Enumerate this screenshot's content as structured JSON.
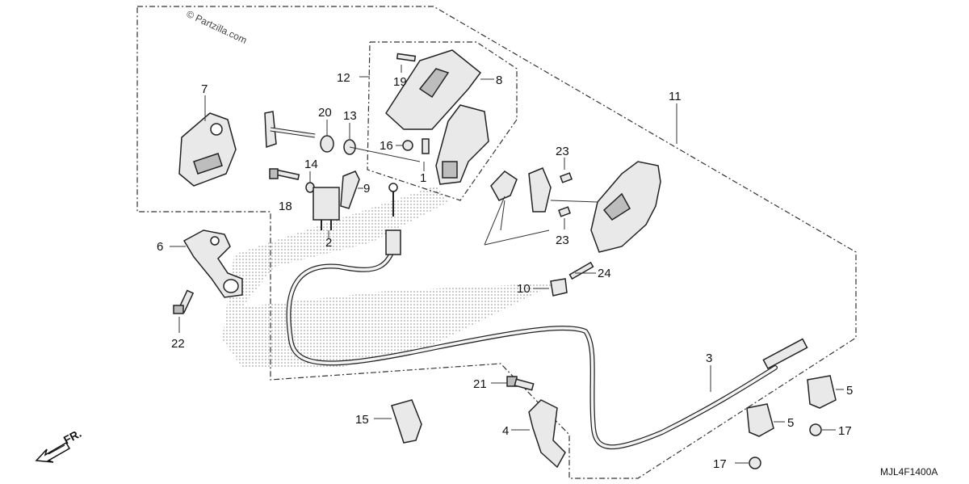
{
  "watermark": "© Partzilla.com",
  "diagram_code": "MJL4F1400A",
  "front_indicator": "FR.",
  "callouts": [
    {
      "id": "c1",
      "label": "1"
    },
    {
      "id": "c2",
      "label": "2"
    },
    {
      "id": "c3",
      "label": "3"
    },
    {
      "id": "c4",
      "label": "4"
    },
    {
      "id": "c5a",
      "label": "5"
    },
    {
      "id": "c5b",
      "label": "5"
    },
    {
      "id": "c6",
      "label": "6"
    },
    {
      "id": "c7",
      "label": "7"
    },
    {
      "id": "c8",
      "label": "8"
    },
    {
      "id": "c9",
      "label": "9"
    },
    {
      "id": "c10",
      "label": "10"
    },
    {
      "id": "c11",
      "label": "11"
    },
    {
      "id": "c12",
      "label": "12"
    },
    {
      "id": "c13",
      "label": "13"
    },
    {
      "id": "c14",
      "label": "14"
    },
    {
      "id": "c15",
      "label": "15"
    },
    {
      "id": "c16",
      "label": "16"
    },
    {
      "id": "c17a",
      "label": "17"
    },
    {
      "id": "c17b",
      "label": "17"
    },
    {
      "id": "c18",
      "label": "18"
    },
    {
      "id": "c19",
      "label": "19"
    },
    {
      "id": "c20",
      "label": "20"
    },
    {
      "id": "c21",
      "label": "21"
    },
    {
      "id": "c22",
      "label": "22"
    },
    {
      "id": "c23a",
      "label": "23"
    },
    {
      "id": "c23b",
      "label": "23"
    },
    {
      "id": "c24",
      "label": "24"
    }
  ],
  "icons": {
    "front_arrow": "arrow-front-icon"
  }
}
